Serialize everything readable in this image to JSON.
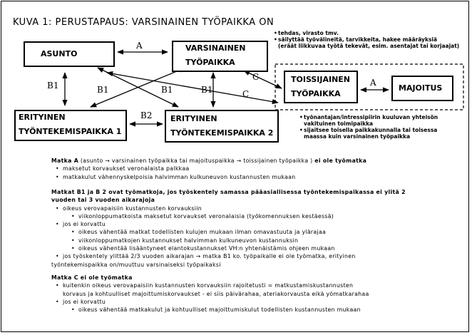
{
  "title": "KUVA 1: PERUSTAPAUS: VARSINAINEN TYÖPAIKKA ON",
  "boxes": {
    "asunto": "ASUNTO",
    "varsinainen_1": "VARSINAINEN",
    "varsinainen_2": "TYÖPAIKKA",
    "toissijainen_1": "TOISSIJAINEN",
    "toissijainen_2": "TYÖPAIKKA",
    "majoitus": "MAJOITUS",
    "erityinen1_1": "ERITYINEN",
    "erityinen1_2": "TYÖNTEKEMISPAIKKA 1",
    "erityinen2_1": "ERITYINEN",
    "erityinen2_2": "TYÖNTEKEMISPAIKKA 2"
  },
  "arrows": {
    "a_top": "A",
    "b1_left": "B1",
    "b1_cross_left": "B1",
    "b1_cross_right": "B1",
    "b1_mid": "B1",
    "b2": "B2",
    "c_upper": "C",
    "c_lower": "C",
    "a_right": "A"
  },
  "notes_top": [
    "tehdas, virasto tmv.",
    "säilyttää työvälineitä, tarvikkeita, hakee määräyksiä",
    "(eräät liikkuvaa työtä tekevät, esim. asentajat tai korjaajat)"
  ],
  "notes_bottom": [
    "työnantajan/intressipiirin kuuluvan yhteisön",
    "vakituinen toimipaikka",
    "sijaitsee toisella paikkakunnalla tai toisessa",
    "maassa kuin varsinainen työpaikka"
  ],
  "text": {
    "a_heading": "Matka A",
    "a_heading_rest": "(asunto → varsinainen työpaikka tai majoituspaikka → toissijainen työpaikka )",
    "a_heading_end": "ei ole työmatka",
    "a_items": [
      "maksetut korvaukset veronalaista palkkaa",
      "matkakulut vähennyskelpoisia halvimman kulkuneuvon kustannusten mukaan"
    ],
    "b_heading_1": "Matkat B1 ja B 2 ovat työmatkoja, jos työskentely samassa pääasiallisessa työntekemispaikassa ei ylitä 2",
    "b_heading_2": "vuoden tai 3 vuoden aikarajoja",
    "b_item_1": "oikeus verovapaisiin kustannusten korvauksiin",
    "b_item_1_sub": "viikonloppumatkoista maksetut korvaukset veronalaisia (työkomennuksen kestäessä)",
    "b_item_2": "jos ei korvattu",
    "b_item_2_subs": [
      "oikeus vähentää matkat todellisten kulujen mukaan ilman omavastuuta ja ylärajaa",
      "viikonloppumatkojen kustannukset halvimman kulkuneuvon kustannuksin",
      "oikeus vähentää lisääntyneet elantokustannukset VH:n yhtenäistämis ohjeen mukaan"
    ],
    "b_item_3_1": "jos työskentely ylittää 2/3 vuoden aikarajan → matka B1 ko. työpaikalle ei ole työmatka, erityinen",
    "b_item_3_2": "työntekemispaikka on/muuttuu varsinaiseksi työpaikaksi",
    "c_heading": "Matka C ei ole työmatka",
    "c_item_1_1": "kuitenkin oikeus verovapaisiin kustannusten korvauksiin rajoitetusti = matkustamiskustannusten",
    "c_item_1_2": "korvaus ja kohtuulliset majoittumiskorvaukset - ei siis päivärahaa, ateriakorvausta eikä yömatkarahaa",
    "c_item_2": "jos ei korvattu",
    "c_item_2_sub": "oikeus vähentää matkakulut ja kohtuulliset majoittumiskulut todellisten kustannusten mukaan"
  }
}
